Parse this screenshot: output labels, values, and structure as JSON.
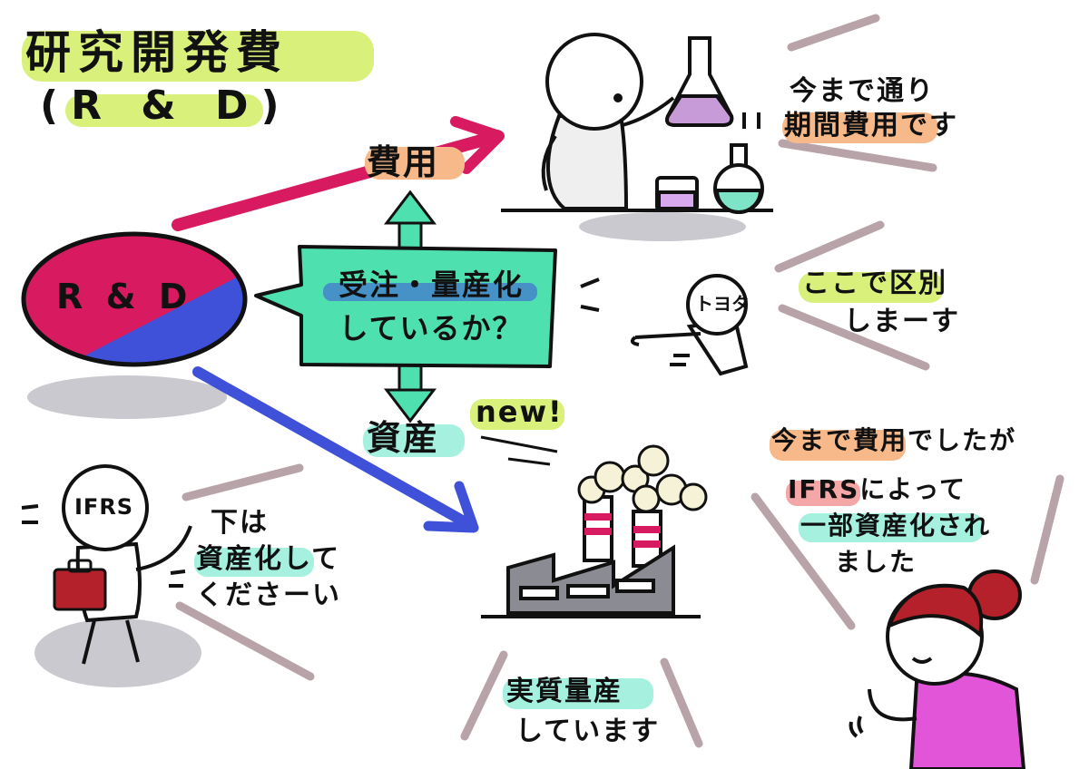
{
  "title": "研究開発費",
  "subtitle": "(R & D)",
  "rd_ellipse_label": "R & D",
  "branch_expense": "費用",
  "branch_asset": "資産",
  "new_tag": "new!",
  "decision_box": {
    "line1": "受注・量産化",
    "line2": "しているか？"
  },
  "expense_note": {
    "line1": "今まで通り",
    "line2": "期間費用です"
  },
  "toyota_badge": "トヨタ",
  "toyota_note": {
    "line1": "ここで区別",
    "line2": "しまーす"
  },
  "ifrs_badge": "IFRS",
  "ifrs_note": {
    "line1": "下は",
    "line2": "資産化して",
    "line3": "くださーい"
  },
  "factory_note": {
    "line1": "実質量産",
    "line2": "しています"
  },
  "woman_note": {
    "line1": "今まで費用でしたが",
    "line2": "IFRSによって",
    "line3": "一部資産化され",
    "line4": "ました"
  },
  "colors": {
    "magenta": "#d81b60",
    "blue": "#3f51d8",
    "teal": "#4fe0b0",
    "orange_highlight": "#f7b98a",
    "yellow_green_highlight": "#d9f07a",
    "teal_highlight": "#a6f0e0",
    "pink_highlight": "#f5a6a6",
    "shadow_gray": "#c9c9cf",
    "rule_brown": "#b8a4a8"
  },
  "icons": [
    "lab-flask-icon",
    "beaker-icon",
    "round-flask-icon",
    "factory-icon",
    "smoke-icon",
    "briefcase-icon",
    "pointing-hand-icon",
    "woman-figure-icon"
  ]
}
